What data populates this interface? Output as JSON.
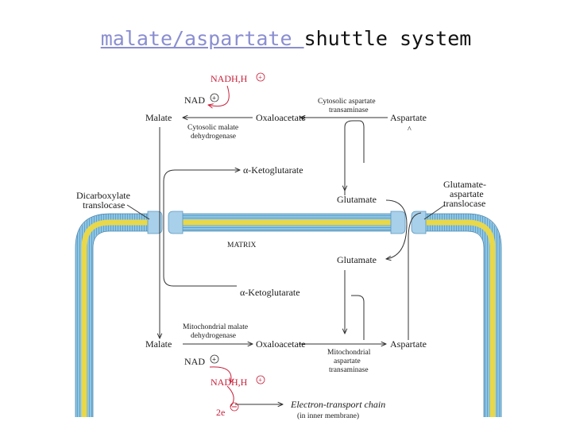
{
  "title": {
    "link_part": "malate/aspartate ",
    "rest": "shuttle system"
  },
  "diagram": {
    "cytosol": {
      "nadh": "NADH,H",
      "nad": "NAD",
      "malate": "Malate",
      "oxaloacetate": "Oxaloacetate",
      "aspartate": "Aspartate",
      "alpha_kg": "α-Ketoglutarate",
      "glutamate": "Glutamate",
      "transaminase_l1": "Cytosolic aspartate",
      "transaminase_l2": "transaminase",
      "mdh_l1": "Cytosolic malate",
      "mdh_l2": "dehydrogenase"
    },
    "membrane": {
      "dicarb_l1": "Dicarboxylate",
      "dicarb_l2": "translocase",
      "glu_asp_l1": "Glutamate-",
      "glu_asp_l2": "aspartate",
      "glu_asp_l3": "translocase",
      "matrix": "MATRIX"
    },
    "matrix": {
      "glutamate": "Glutamate",
      "alpha_kg": "α-Ketoglutarate",
      "mdh_l1": "Mitochondrial malate",
      "mdh_l2": "dehydrogenase",
      "malate": "Malate",
      "oxaloacetate": "Oxaloacetate",
      "aspartate": "Aspartate",
      "transaminase_l1": "Mitochondrial",
      "transaminase_l2": "aspartate",
      "transaminase_l3": "transaminase",
      "nad": "NAD",
      "nadh": "NADH,H",
      "electrons": "2e",
      "etc_l1": "Electron-transport chain",
      "etc_l2": "(in inner membrane)"
    },
    "colors": {
      "membrane_yellow": "#e8d84a",
      "membrane_blue": "#8cc6e6",
      "arrow_red": "#c8203a"
    }
  }
}
